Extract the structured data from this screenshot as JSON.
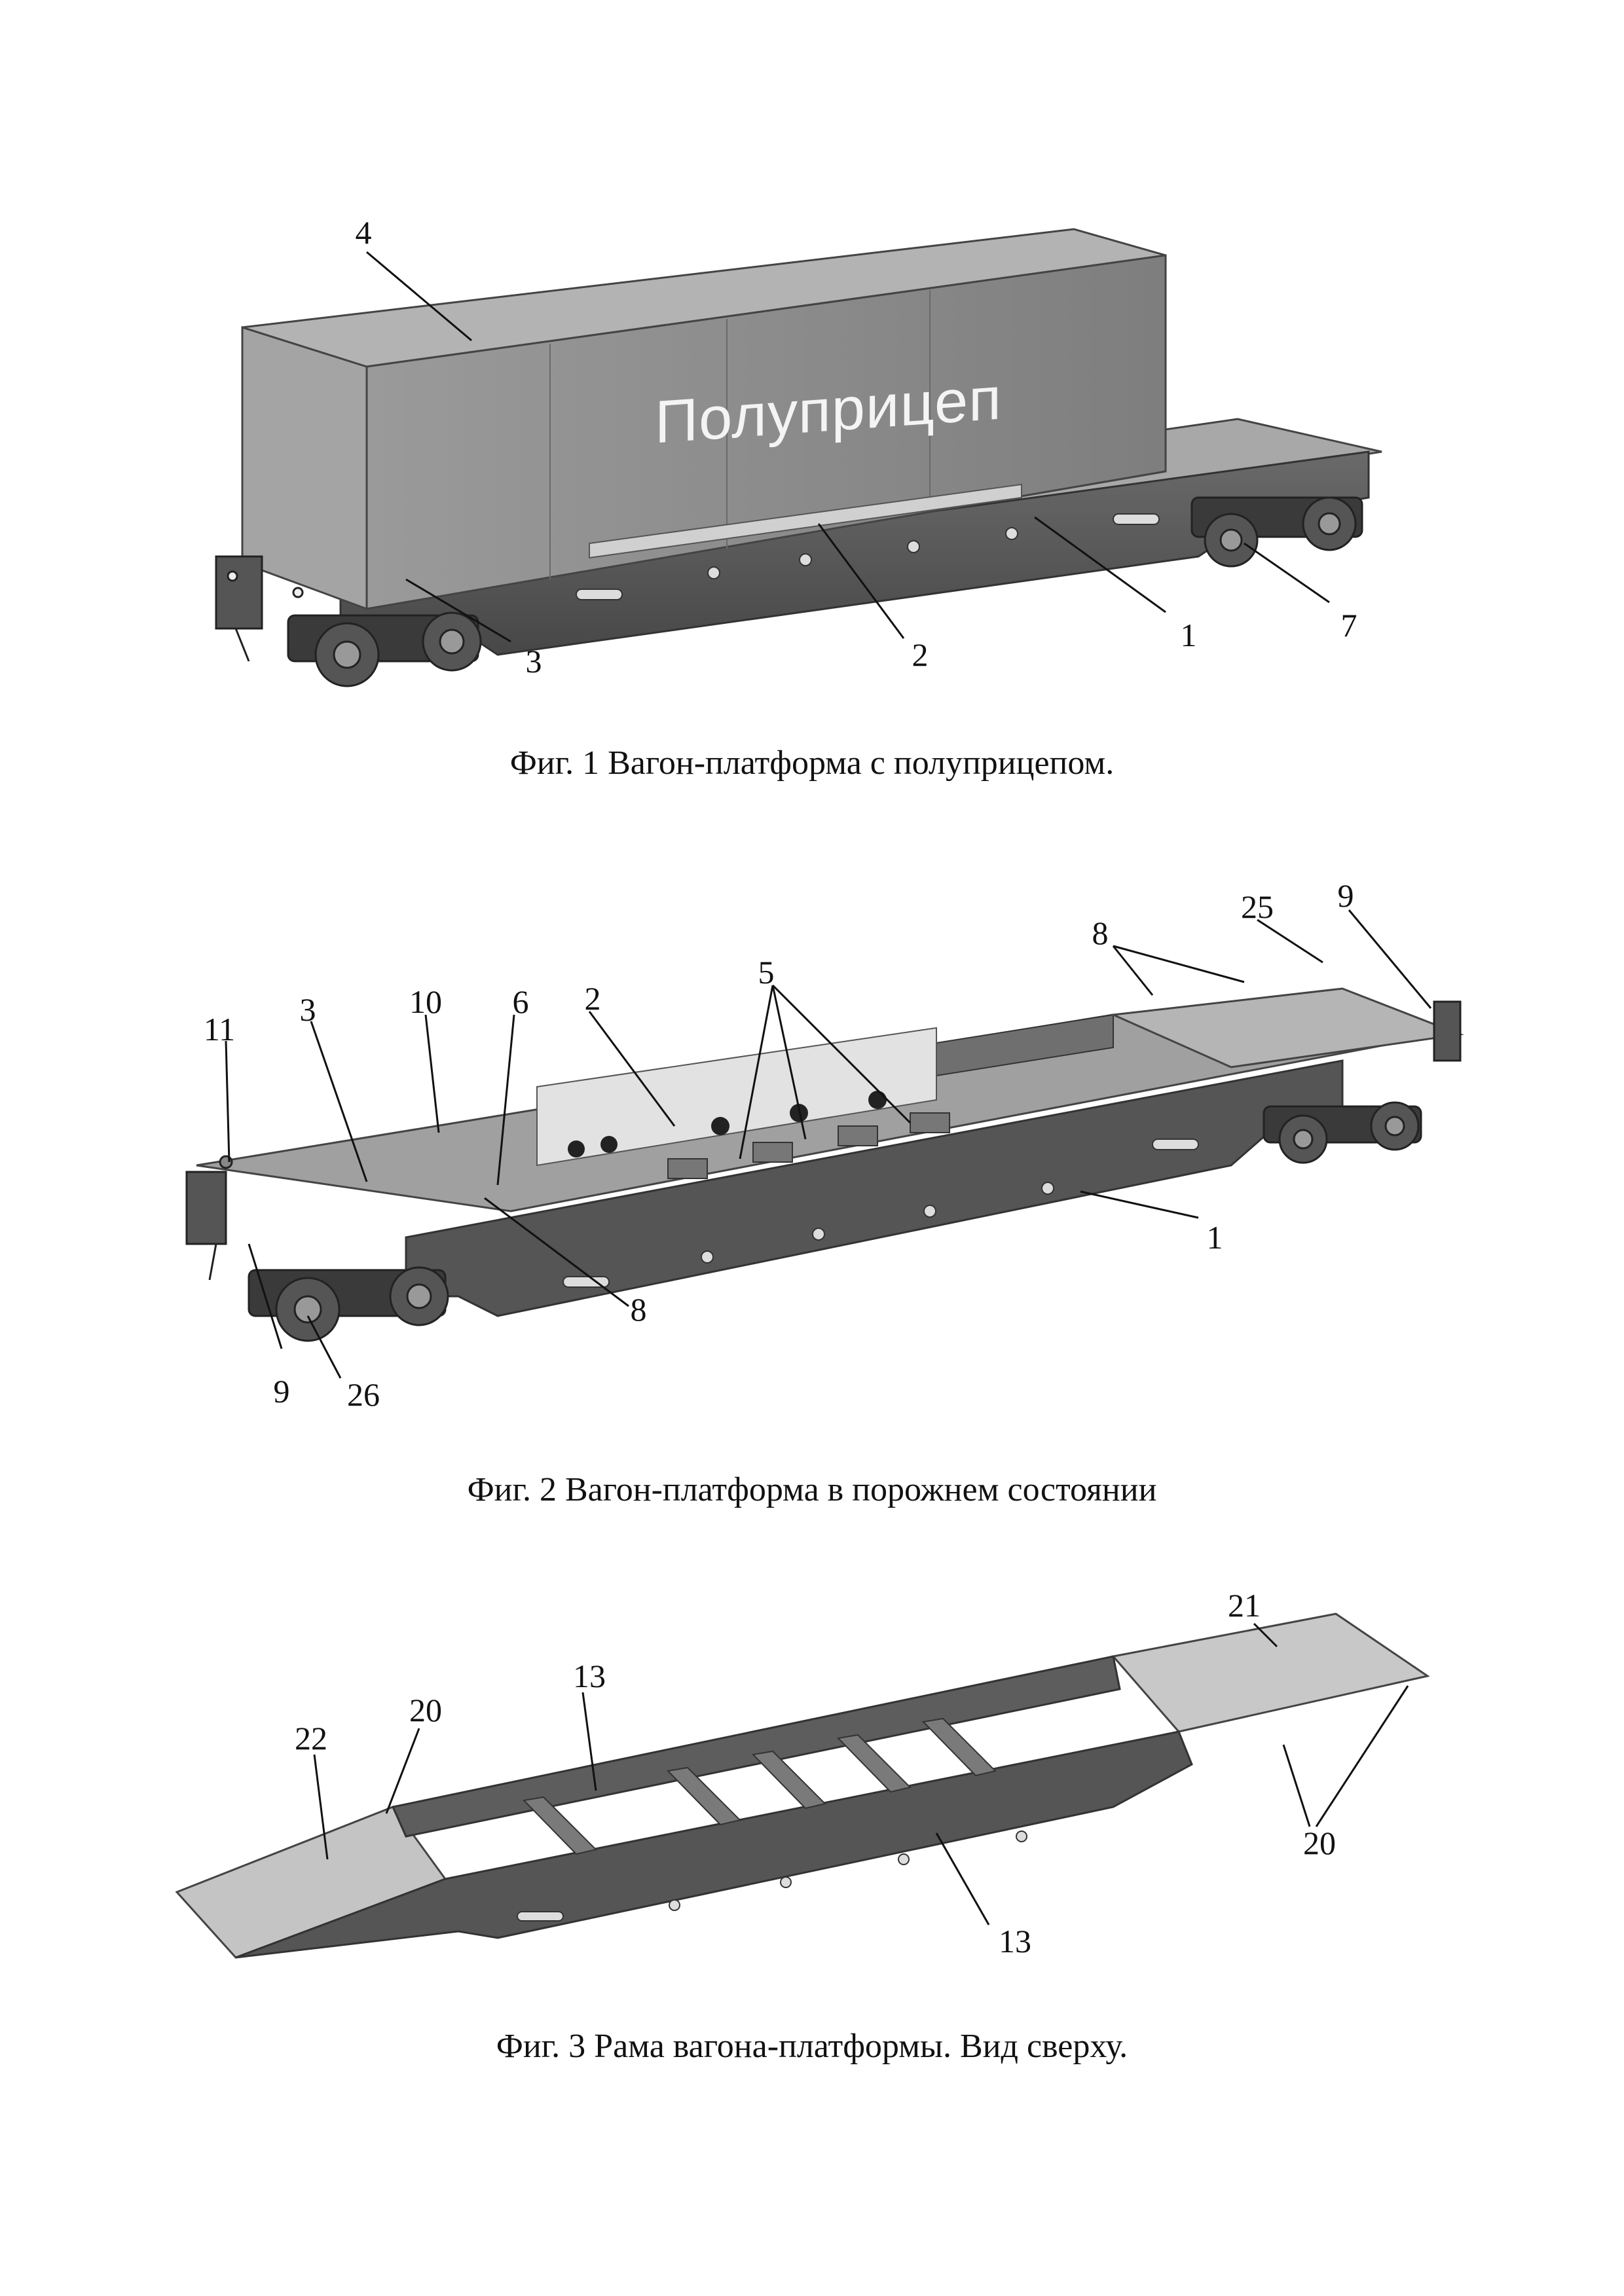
{
  "figures": [
    {
      "id": "fig1",
      "caption": "Фиг. 1 Вагон-платформа с полуприцепом.",
      "container_label": "Полуприцеп",
      "callouts": [
        "4",
        "3",
        "2",
        "1",
        "7"
      ]
    },
    {
      "id": "fig2",
      "caption": "Фиг. 2 Вагон-платформа в порожнем состоянии",
      "callouts": [
        "11",
        "3",
        "10",
        "6",
        "2",
        "5",
        "8",
        "25",
        "9",
        "1",
        "8",
        "9",
        "26"
      ]
    },
    {
      "id": "fig3",
      "caption": "Фиг. 3 Рама вагона-платформы. Вид сверху.",
      "callouts": [
        "22",
        "20",
        "13",
        "21",
        "20",
        "13"
      ]
    }
  ],
  "colors": {
    "frame_dark": "#5a5a5a",
    "frame_mid": "#8a8a8a",
    "deck_light": "#b5b5b5",
    "container": "#8c8c8c",
    "ink": "#111111"
  }
}
